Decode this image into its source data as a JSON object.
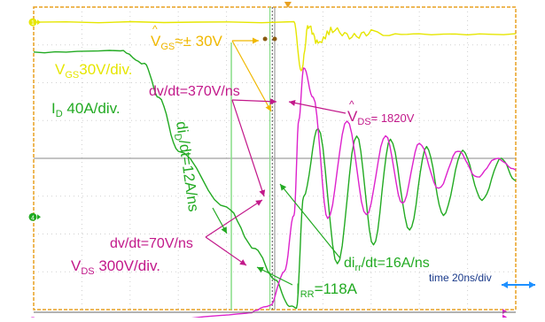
{
  "chart_data": {
    "type": "line",
    "title": "",
    "xlabel": "",
    "ylabel": "",
    "time_scale_label": "time 20ns/div",
    "grid": true,
    "divisions": {
      "x": 10,
      "y": 8
    },
    "series": [
      {
        "name": "VGS",
        "label": "V",
        "sub": "GS",
        "scale": "30V/div.",
        "color": "#e6e600",
        "x": [
          0,
          5.4,
          5.55,
          5.7,
          5.9,
          6.2,
          6.6,
          7.0,
          8.0,
          10.0
        ],
        "y": [
          3.6,
          3.6,
          2.3,
          3.5,
          3.05,
          3.4,
          3.22,
          3.32,
          3.28,
          3.28
        ]
      },
      {
        "name": "ID",
        "label": "I",
        "sub": "D",
        "scale": " 40A/div.",
        "color": "#22aa22",
        "x": [
          0,
          1.8,
          2.3,
          2.6,
          3.0,
          4.0,
          4.6,
          5.0,
          5.3,
          5.45,
          5.6,
          5.9,
          6.3,
          6.7,
          7.05,
          7.4,
          7.8,
          8.15,
          8.5,
          8.9,
          9.3,
          9.7,
          10.0
        ],
        "y": [
          2.8,
          2.85,
          2.5,
          1.6,
          0.2,
          -1.3,
          -2.4,
          -3.2,
          -3.9,
          -3.95,
          -1.0,
          0.8,
          -2.8,
          0.6,
          -2.3,
          0.5,
          -1.9,
          0.3,
          -1.5,
          0.2,
          -1.1,
          0.0,
          -0.6
        ]
      },
      {
        "name": "VDS",
        "label": "V",
        "sub": "DS",
        "scale": " 300V/div.",
        "color": "#dd22cc",
        "x": [
          0,
          3.0,
          4.4,
          4.9,
          5.2,
          5.4,
          5.5,
          5.6,
          5.8,
          6.1,
          6.5,
          6.9,
          7.3,
          7.65,
          8.0,
          8.4,
          8.8,
          9.2,
          9.6,
          10.0
        ],
        "y": [
          -4.3,
          -4.25,
          -4.1,
          -3.9,
          -3.0,
          -1.5,
          1.0,
          2.4,
          1.6,
          -1.6,
          1.0,
          -1.5,
          0.6,
          -1.2,
          0.4,
          -0.8,
          0.2,
          -0.5,
          0.0,
          -0.3
        ]
      }
    ],
    "annotations": [
      {
        "id": "vgs-peak",
        "hat": "V",
        "sub": "GS",
        "tail": "≈± 30V",
        "color": "#f0b800"
      },
      {
        "id": "dvdt-fast",
        "text": "dv/dt=370V/ns",
        "color": "#c2188a"
      },
      {
        "id": "vds-peak",
        "hat": "V",
        "sub": "DS",
        "tail": "= 1820V",
        "color": "#c2188a"
      },
      {
        "id": "didt",
        "text": "di_D/dt=12A/ns",
        "color": "#22aa22"
      },
      {
        "id": "dvdt-slow",
        "text": "dv/dt=70V/ns",
        "color": "#c2188a"
      },
      {
        "id": "dirr",
        "pre": "di",
        "sub": "rr",
        "tail": "/dt=16A/ns",
        "color": "#22aa22"
      },
      {
        "id": "irr",
        "pre": "I",
        "sub": "RR",
        "tail": "=118A",
        "color": "#22aa22"
      }
    ]
  },
  "colors": {
    "frame": "#e8a020",
    "grid": "#d0d0d0",
    "axis": "#888888",
    "scale_arrow": "#1e90ff"
  }
}
